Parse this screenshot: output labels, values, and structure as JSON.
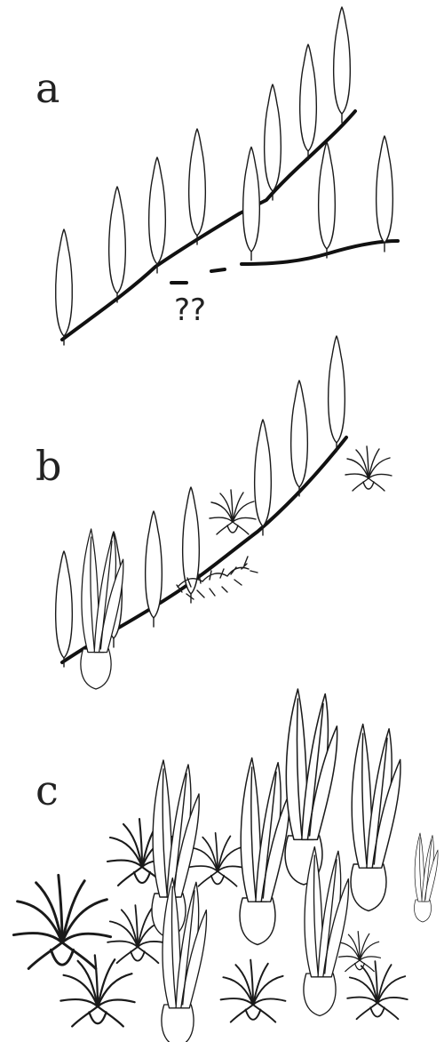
{
  "panels": [
    {
      "id": "a",
      "label": "a",
      "annotation": "??"
    },
    {
      "id": "b",
      "label": "b"
    },
    {
      "id": "c",
      "label": "c"
    }
  ],
  "colors": {
    "ink": "#1a1a1a",
    "background": "#ffffff"
  }
}
